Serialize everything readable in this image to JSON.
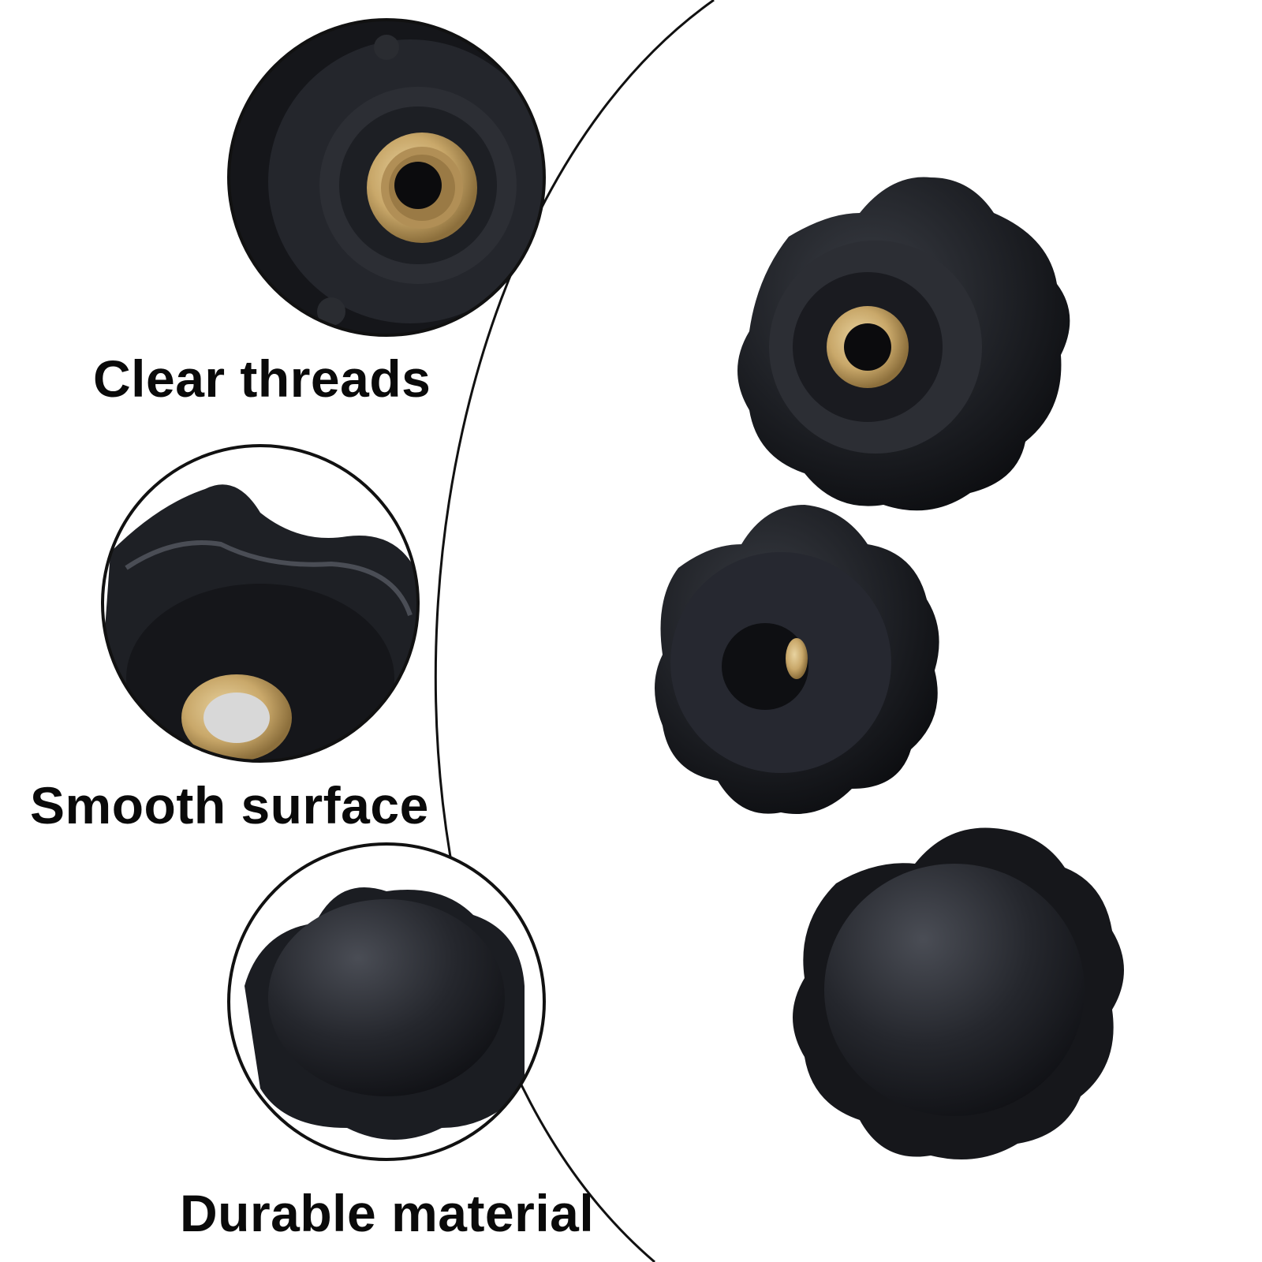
{
  "features": [
    {
      "label": "Clear threads"
    },
    {
      "label": "Smooth surface"
    },
    {
      "label": "Durable material"
    }
  ],
  "colors": {
    "background": "#ffffff",
    "knob": "#1b1d22",
    "brass": "#c9a86a",
    "outline": "#111111",
    "text": "#0a0a0a"
  }
}
